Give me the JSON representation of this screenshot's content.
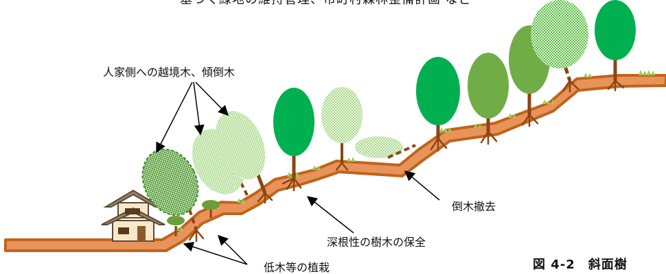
{
  "header_text": "基づく緑地の維持管理、市町村森林整備計画 など",
  "labels": {
    "fallen_risk": "人家側への越境木、傾倒木",
    "remove_fallen": "倒木撤去",
    "deep_root": "深根性の樹木の保全",
    "low_planting": "低木等の植栽"
  },
  "caption": "図 4-2　斜面樹",
  "colors": {
    "soil": "#e8935a",
    "soil_edge": "#c0631b",
    "tree_dark": "#00b050",
    "tree_olive": "#70ad47",
    "grass": "#92d050",
    "trunk": "#8b4513"
  }
}
